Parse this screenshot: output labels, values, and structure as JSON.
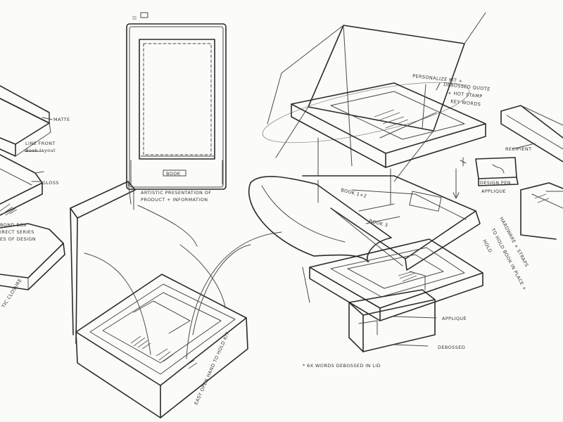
{
  "annotations": {
    "matte": "MATTE",
    "line_front": "LINE FRONT",
    "book_layout": "Book layout",
    "gloss": "GLOSS",
    "bond_box": "BOND BOX",
    "series_1": "IRECT SERIES",
    "series_2": "ES OF DESIGN",
    "closure": "TIC CLOSURE",
    "book_label": "BOOK",
    "artistic_1": "ARTISTIC PRESENTATION OF",
    "artistic_2": "PRODUCT + INFORMATION",
    "easy_open": "EASY OPEN HAND TO HOLD KIT",
    "personalize": "PERSONALIZE KIT +",
    "debossed_quote": "DEBOSSED QUOTE",
    "hot_stamp": "+ HOT STAMP",
    "keywords": "KEY WORDS",
    "recipient": "RECIPIENT",
    "design_pen": "DESIGN PEN",
    "applique_right": "APPLIQUE",
    "book_12": "BOOK 1+2",
    "book_3": "BOOK 3",
    "applique_bottom": "APPLIQUÉ",
    "debossed_bottom": "DEBOSSED",
    "footer_note": "* 6X WORDS DEBOSSED IN LID",
    "hardware_1": "HARDWARE + STRAPS",
    "hardware_2": "TO HOLD BOOK IN PLACE +",
    "hardware_3": "HOLD"
  },
  "colors": {
    "paper": "#fbfbf9",
    "ink": "#2b2b2b",
    "pencil": "#777777"
  }
}
